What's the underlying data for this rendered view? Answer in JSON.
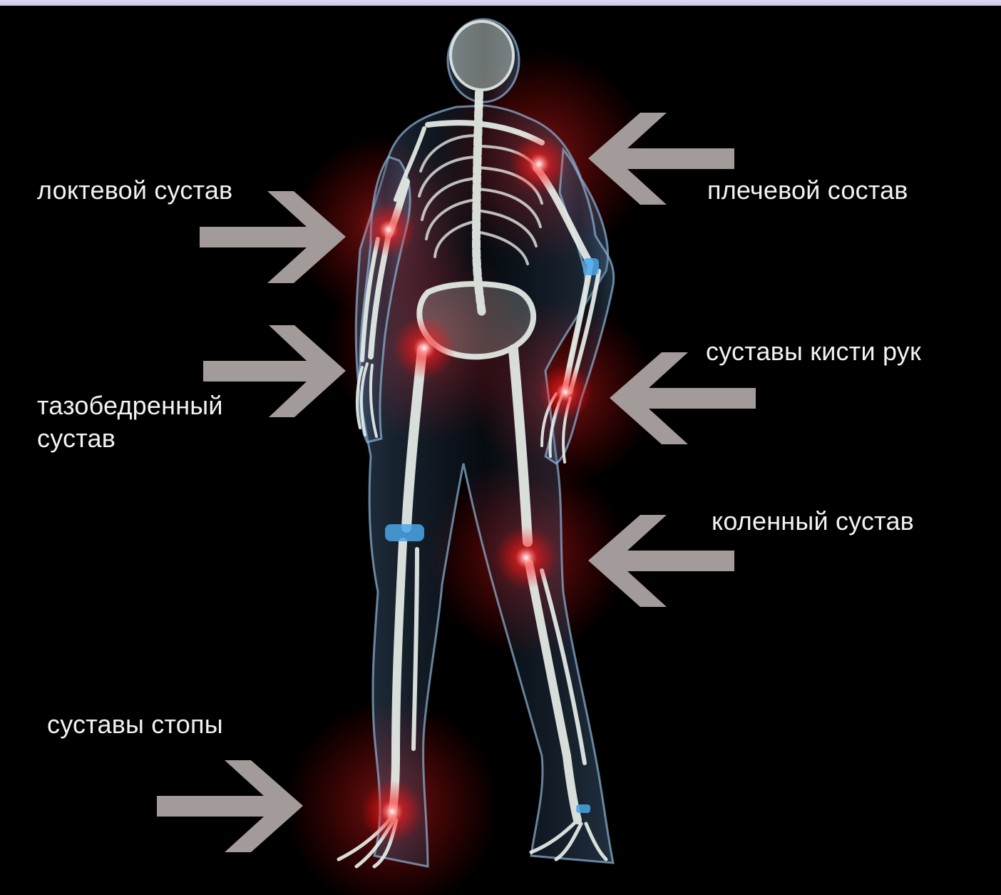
{
  "colors": {
    "background": "#000000",
    "glow": "#ff2020",
    "arrow": "#a39a9a",
    "label_text": "#f2f2f2",
    "bone": "#e8efe9",
    "skin_outline": "#8fb7d8",
    "joint_blue": "#4aa6e8"
  },
  "labels": {
    "elbow": "локтевой сустав",
    "shoulder": "плечевой состав",
    "hip": "тазобедренный\nсустав",
    "hand": "суставы кисти рук",
    "knee": "коленный сустав",
    "foot": "суставы стопы"
  },
  "icons": {
    "arrow_right": "arrow-right-icon",
    "arrow_left": "arrow-left-icon"
  }
}
